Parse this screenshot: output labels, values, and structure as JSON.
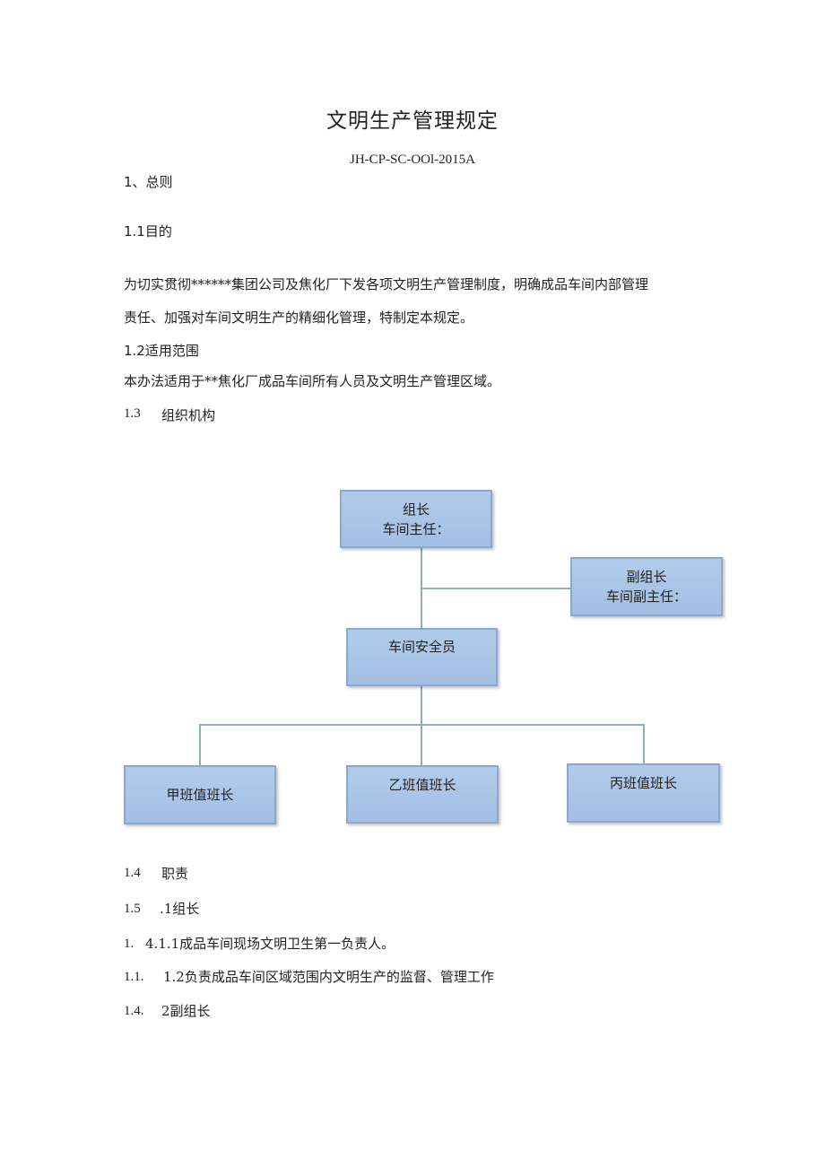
{
  "doc": {
    "title": "文明生产管理规定",
    "doc_no": "JH-CP-SC-OOl-2015A"
  },
  "sections": {
    "s1": "1、总则",
    "s1_1": "1.1目的",
    "s1_1_text_line1": "为切实贯彻******集团公司及焦化厂下发各项文明生产管理制度，明确成品车间内部管理",
    "s1_1_text_line2": "责任、加强对车间文明生产的精细化管理，特制定本规定。",
    "s1_2": "1.2适用范围",
    "s1_2_text": "本办法适用于**焦化厂成品车间所有人员及文明生产管理区域。",
    "s1_3_num": "1.3",
    "s1_3_label": "组织机构",
    "s1_4_num": "1.4",
    "s1_4_label": "职责",
    "s1_5_num": "1.5",
    "s1_5_label": ".1组长",
    "item1_num": "1.",
    "item1_text": "4.1.1成品车间现场文明卫生第一负责人。",
    "item2_num": "1.1.",
    "item2_text": "1.2负责成品车间区域范围内文明生产的监督、管理工作",
    "item3_num": "1.4.",
    "item3_text": "2副组长"
  },
  "org_chart": {
    "leader_line1": "组长",
    "leader_line2": "车间主任：",
    "deputy_line1": "副组长",
    "deputy_line2": "车间副主任：",
    "safety": "车间安全员",
    "shift_a": "甲班值班长",
    "shift_b": "乙班值班长",
    "shift_c": "丙班值班长"
  }
}
